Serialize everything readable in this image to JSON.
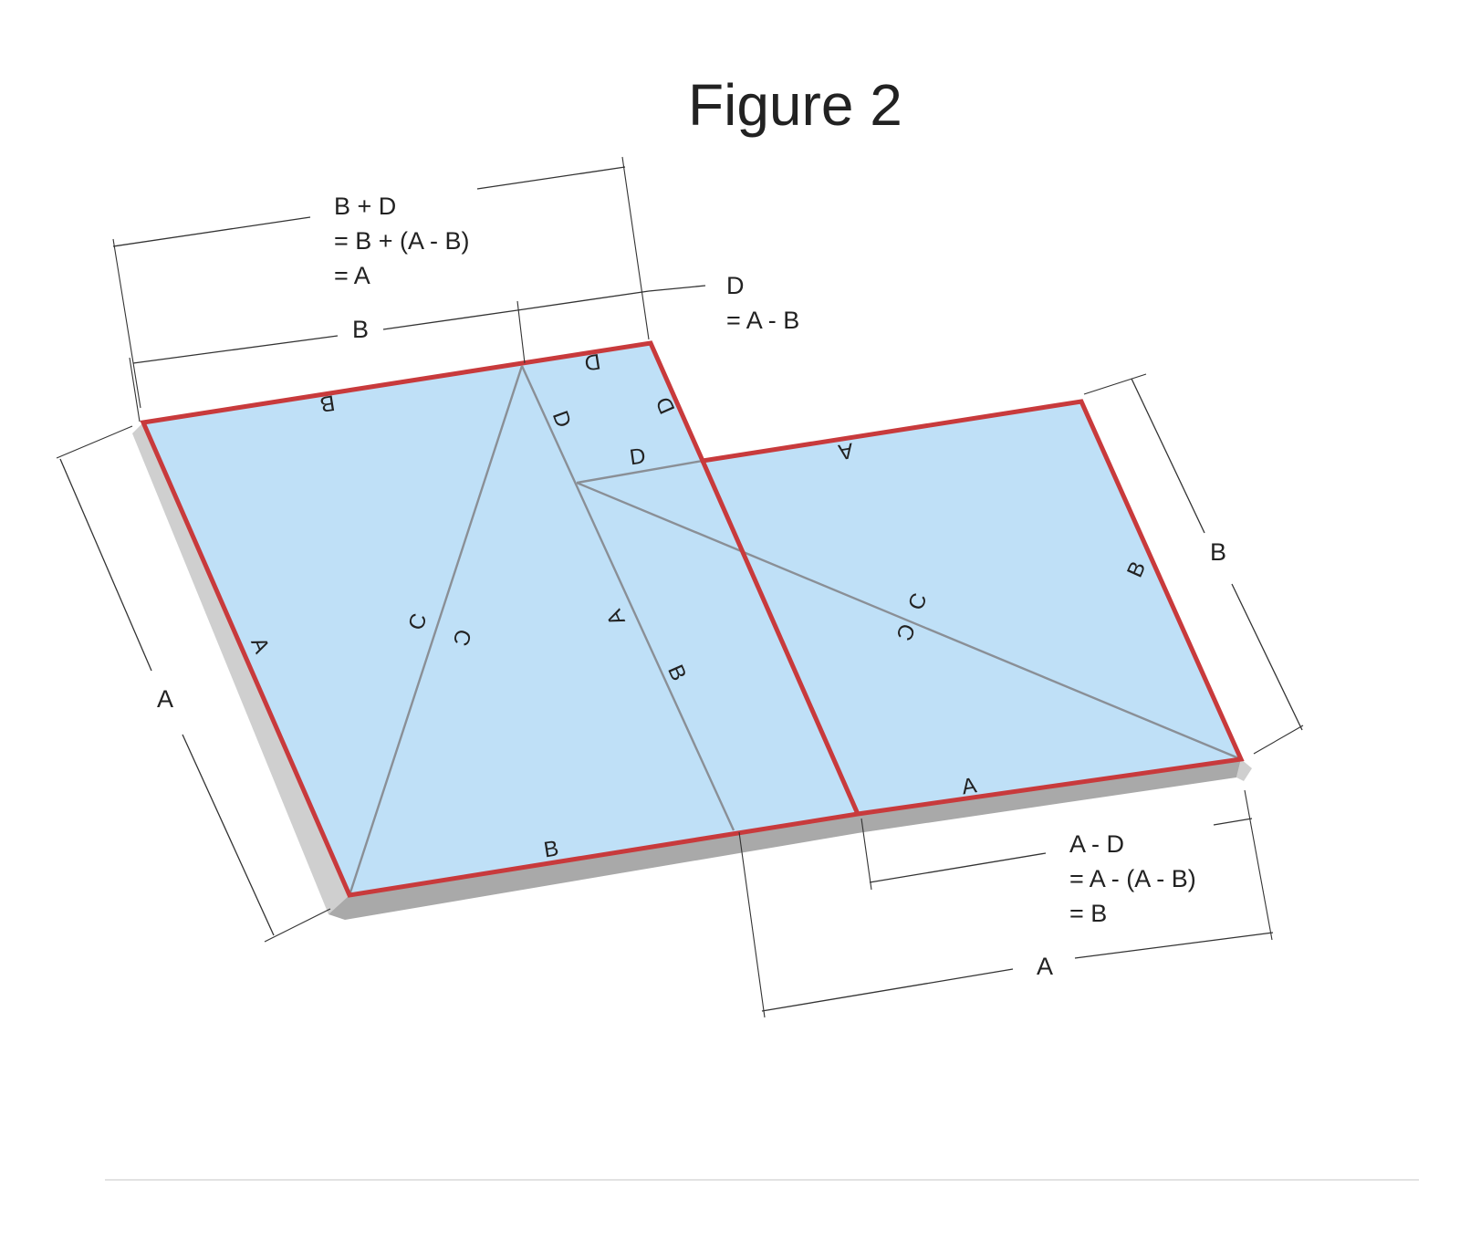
{
  "figure": {
    "title": "Figure 2"
  },
  "dimensions": {
    "top_total": [
      "B + D",
      "= B + (A - B)",
      "= A"
    ],
    "top_b": "B",
    "top_d": [
      "D",
      "= A - B"
    ],
    "left_a": "A",
    "right_b": "B",
    "bottom_a_minus_d": [
      "A - D",
      "= A - (A - B)",
      "= B"
    ],
    "bottom_a": "A"
  },
  "edge_labels": {
    "top_b": "B",
    "top_d": "D",
    "d_right_vertical": "D",
    "d_left_vertical": "D",
    "d_bottom": "D",
    "left_a": "A",
    "diag_c_outer": "C",
    "diag_c_inner": "C",
    "mid_a": "A",
    "mid_b": "B",
    "bottom_b": "B",
    "right_top_a": "A",
    "right_side_b": "B",
    "right_bottom_a": "A",
    "right_diag_c1": "C",
    "right_diag_c2": "C"
  },
  "colors": {
    "surface": "#bfe0f7",
    "outline": "#c83a3c",
    "edge": "#a9a9a9"
  }
}
